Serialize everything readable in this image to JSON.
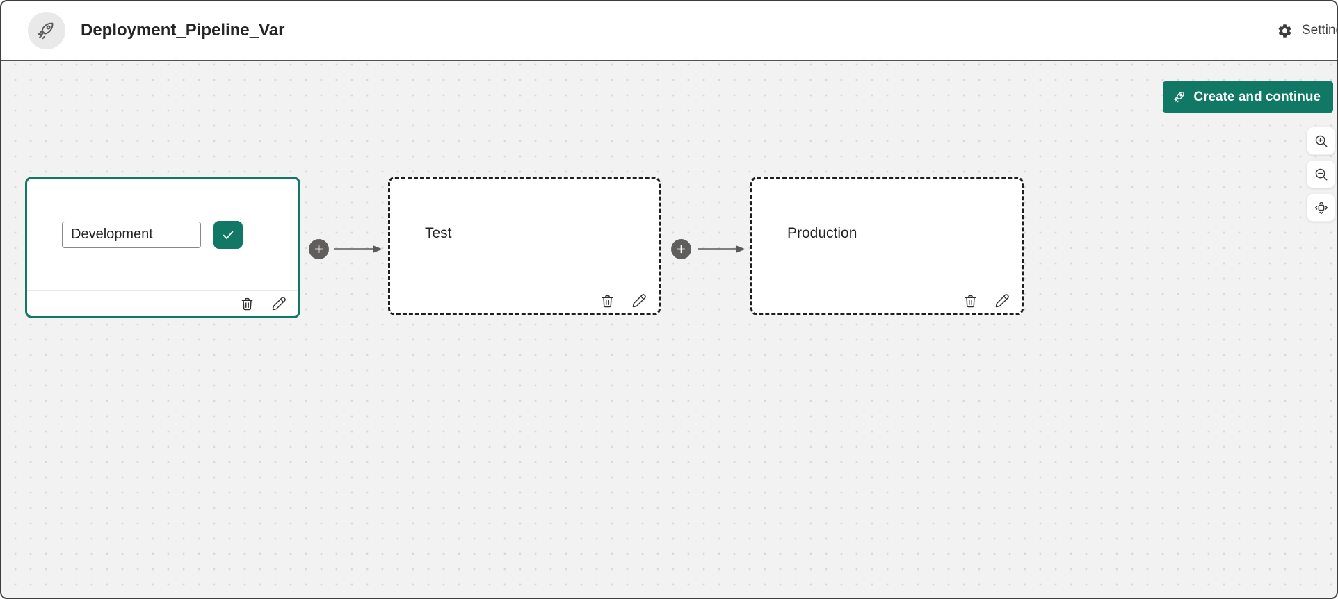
{
  "header": {
    "title": "Deployment_Pipeline_Var",
    "settings_label": "Settings"
  },
  "actions": {
    "create_button_label": "Create and continue"
  },
  "stages": [
    {
      "name": "Development",
      "state": "editing",
      "input_value": "Development"
    },
    {
      "name": "Test",
      "state": "placeholder"
    },
    {
      "name": "Production",
      "state": "placeholder"
    }
  ],
  "connectors": [
    {
      "between": [
        "Development",
        "Test"
      ],
      "add_icon": "plus-circle-icon",
      "link_icon": "arrow-right-icon"
    },
    {
      "between": [
        "Test",
        "Production"
      ],
      "add_icon": "plus-circle-icon",
      "link_icon": "arrow-right-icon"
    }
  ],
  "zoom_toolbar": {
    "zoom_in_icon": "magnifier-plus-icon",
    "zoom_out_icon": "magnifier-minus-icon",
    "fit_icon": "fit-to-screen-icon"
  },
  "icons": {
    "avatar": "rocket-icon",
    "settings": "gear-icon",
    "create": "rocket-icon",
    "delete": "trash-icon",
    "edit": "pencil-icon",
    "confirm": "checkmark-icon"
  },
  "colors": {
    "accent_teal": "#117865",
    "canvas_bg": "#f2f2f2",
    "card_bg": "#ffffff",
    "dashed_border": "#1f1e1d",
    "connector_gray": "#5f5e5d",
    "text_dark": "#252423"
  }
}
